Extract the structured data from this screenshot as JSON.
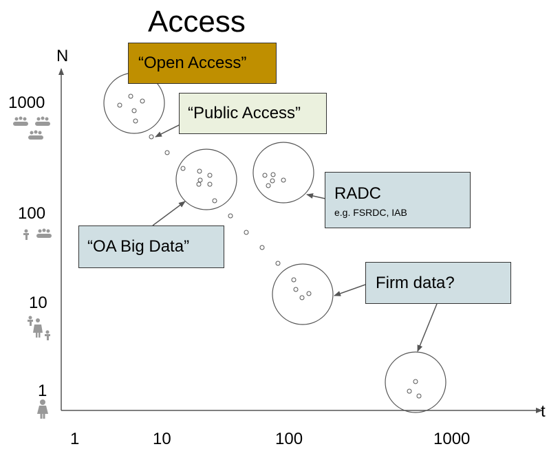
{
  "title": "Access",
  "y_axis": {
    "label": "N",
    "ticks": [
      "1000",
      "100",
      "10",
      "1"
    ]
  },
  "x_axis": {
    "label": "t",
    "ticks": [
      "1",
      "10",
      "100",
      "1000"
    ]
  },
  "callouts": {
    "open_access": {
      "text": "“Open Access”",
      "color": "#bf8f00"
    },
    "public_access": {
      "text": "“Public Access”",
      "color": "#ebf1de"
    },
    "oa_big_data": {
      "text": "“OA Big Data”",
      "color": "#d0dfe3"
    },
    "radc": {
      "text": "RADC",
      "subtext": "e.g. FSRDC, IAB",
      "color": "#d0dfe3"
    },
    "firm_data": {
      "text": "Firm data?",
      "color": "#d0dfe3"
    }
  },
  "colors": {
    "axis": "#555555",
    "people_icons": "#999999",
    "circles": "#555555"
  }
}
